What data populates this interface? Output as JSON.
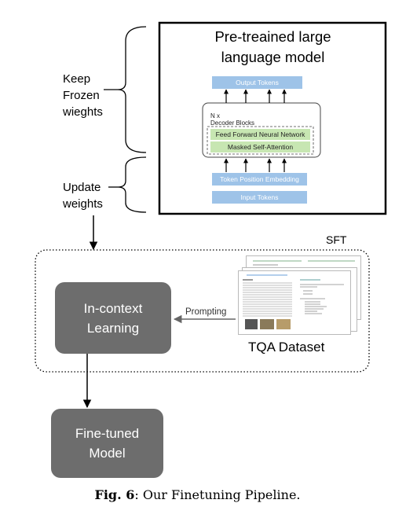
{
  "labels": {
    "keep_frozen": [
      "Keep",
      "Frozen",
      "wieghts"
    ],
    "update": [
      "Update",
      "weights"
    ]
  },
  "llm": {
    "title_lines": [
      "Pre-treained large",
      "language model"
    ],
    "output_tokens": "Output Tokens",
    "n_x": "N x",
    "decoder_blocks": "Decoder Blocks",
    "feed_forward": "Feed Forward Neural Network",
    "masked_attention": "Masked Self-Attention",
    "token_position": "Token Position Embedding",
    "input_tokens": "Input Tokens"
  },
  "sft": {
    "label": "SFT",
    "in_context_lines": [
      "In-context",
      "Learning"
    ],
    "prompting": "Prompting",
    "dataset": "TQA Dataset"
  },
  "fine_tuned_lines": [
    "Fine-tuned",
    "Model"
  ],
  "caption": {
    "fig": "Fig. 6",
    "text": ": Our Finetuning Pipeline."
  },
  "colors": {
    "blue": "#9ec3e8",
    "green": "#c7e6b2",
    "gray": "#6d6d6d"
  }
}
